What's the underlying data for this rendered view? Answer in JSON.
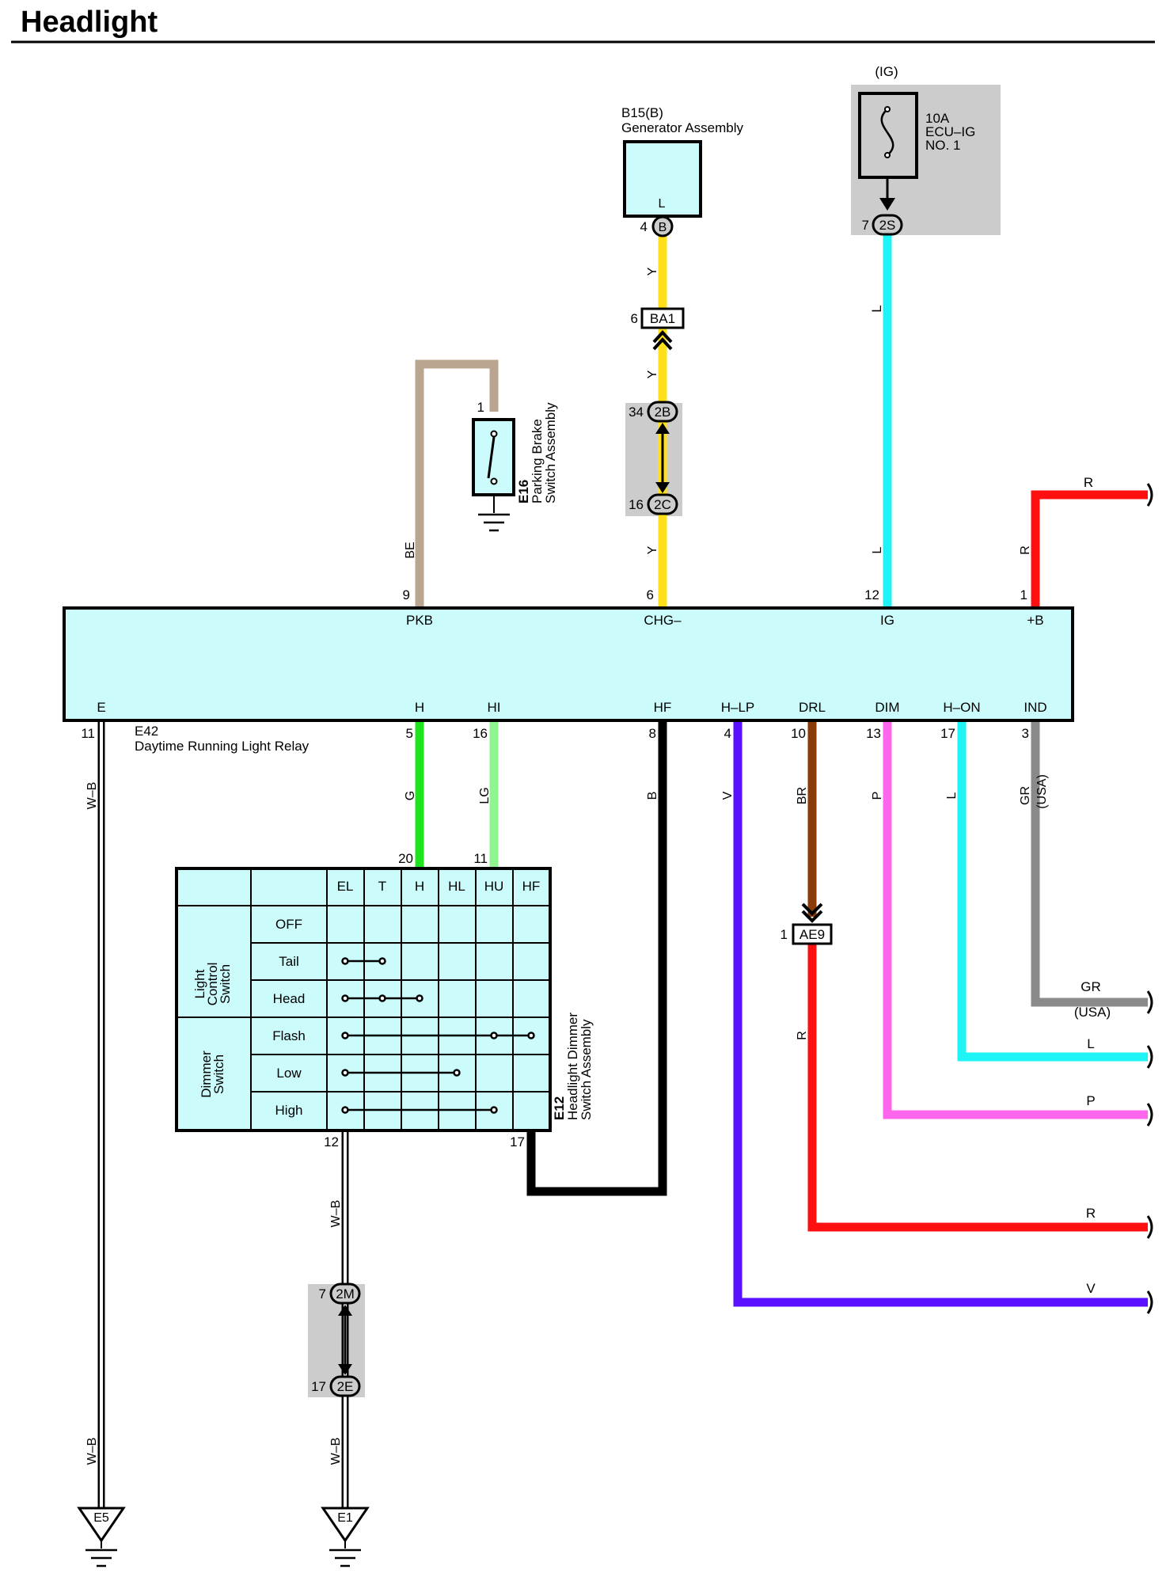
{
  "title": "Headlight",
  "fuse": {
    "supply": "(IG)",
    "rating": "10A",
    "name_line1": "ECU–IG",
    "name_line2": "NO. 1",
    "pin": "7",
    "connector": "2S",
    "wire": "L"
  },
  "generator": {
    "code": "B15(B)",
    "name": "Generator Assembly",
    "terminal": "L",
    "pin": "4",
    "connector": "B",
    "wire": "Y"
  },
  "connectors": {
    "ba1": {
      "pin": "6",
      "label": "BA1"
    },
    "c2b": {
      "pin": "34",
      "label": "2B"
    },
    "c2c": {
      "pin": "16",
      "label": "2C"
    },
    "ae9": {
      "pin": "1",
      "label": "AE9"
    },
    "c2m": {
      "pin": "7",
      "label": "2M"
    },
    "c2e": {
      "pin": "17",
      "label": "2E"
    }
  },
  "parking_brake": {
    "code": "E16",
    "name_line1": "Parking Brake",
    "name_line2": "Switch Assembly",
    "pin": "1",
    "wire": "BE"
  },
  "relay": {
    "code": "E42",
    "name": "Daytime Running Light Relay",
    "top_pins": [
      {
        "label": "PKB",
        "pin": "9",
        "wire": "BE"
      },
      {
        "label": "CHG–",
        "pin": "6",
        "wire": "Y"
      },
      {
        "label": "IG",
        "pin": "12",
        "wire": "L"
      },
      {
        "label": "+B",
        "pin": "1",
        "wire": "R"
      }
    ],
    "bottom_pins": [
      {
        "label": "E",
        "pin": "11",
        "wire": "W–B"
      },
      {
        "label": "H",
        "pin": "5",
        "wire": "G"
      },
      {
        "label": "HI",
        "pin": "16",
        "wire": "LG"
      },
      {
        "label": "HF",
        "pin": "8",
        "wire": "B"
      },
      {
        "label": "H–LP",
        "pin": "4",
        "wire": "V"
      },
      {
        "label": "DRL",
        "pin": "10",
        "wire": "BR"
      },
      {
        "label": "DIM",
        "pin": "13",
        "wire": "P"
      },
      {
        "label": "H–ON",
        "pin": "17",
        "wire": "L"
      },
      {
        "label": "IND",
        "pin": "3",
        "wire": "GR",
        "note": "(USA)"
      }
    ]
  },
  "dimmer_switch": {
    "code": "E12",
    "name_line1": "Headlight Dimmer",
    "name_line2": "Switch Assembly",
    "columns": [
      "EL",
      "T",
      "H",
      "HL",
      "HU",
      "HF"
    ],
    "group1": [
      "Light",
      "Control",
      "Switch"
    ],
    "group2": [
      "Dimmer",
      "Switch"
    ],
    "rows": [
      "OFF",
      "Tail",
      "Head",
      "Flash",
      "Low",
      "High"
    ],
    "pin_h": "20",
    "pin_hu": "11",
    "pin_ground": "12",
    "pin_hf": "17",
    "wire_ground": "W–B"
  },
  "grounds": {
    "e5": {
      "label": "E5",
      "wire": "W–B"
    },
    "e1": {
      "label": "E1",
      "wire": "W–B"
    }
  },
  "outputs": [
    {
      "wire": "R"
    },
    {
      "wire": "GR",
      "note": "(USA)"
    },
    {
      "wire": "L"
    },
    {
      "wire": "P"
    },
    {
      "wire": "R"
    },
    {
      "wire": "V"
    }
  ],
  "wire_colors": {
    "Y": "#ffe01a",
    "L": "#1ef3f5",
    "R": "#ff1010",
    "BE": "#b9a590",
    "G": "#1ee41e",
    "LG": "#8ff58f",
    "B": "#000000",
    "V": "#5a10ff",
    "BR": "#8b3a0a",
    "P": "#ff66ee",
    "GR": "#8a8a8a",
    "body": "#ccfbfb",
    "shade": "#cccccc"
  }
}
